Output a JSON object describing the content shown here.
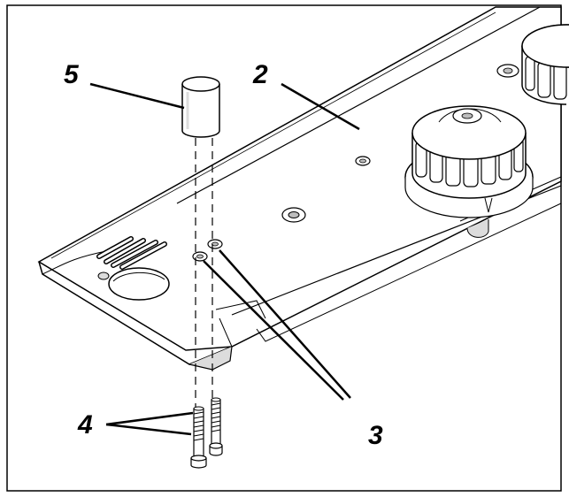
{
  "callouts": {
    "c2": "2",
    "c3": "3",
    "c4": "4",
    "c5": "5"
  },
  "colors": {
    "ink": "#000000",
    "paper": "#ffffff",
    "shade": "#dcdcdc",
    "shade_dark": "#bdbdbd"
  }
}
